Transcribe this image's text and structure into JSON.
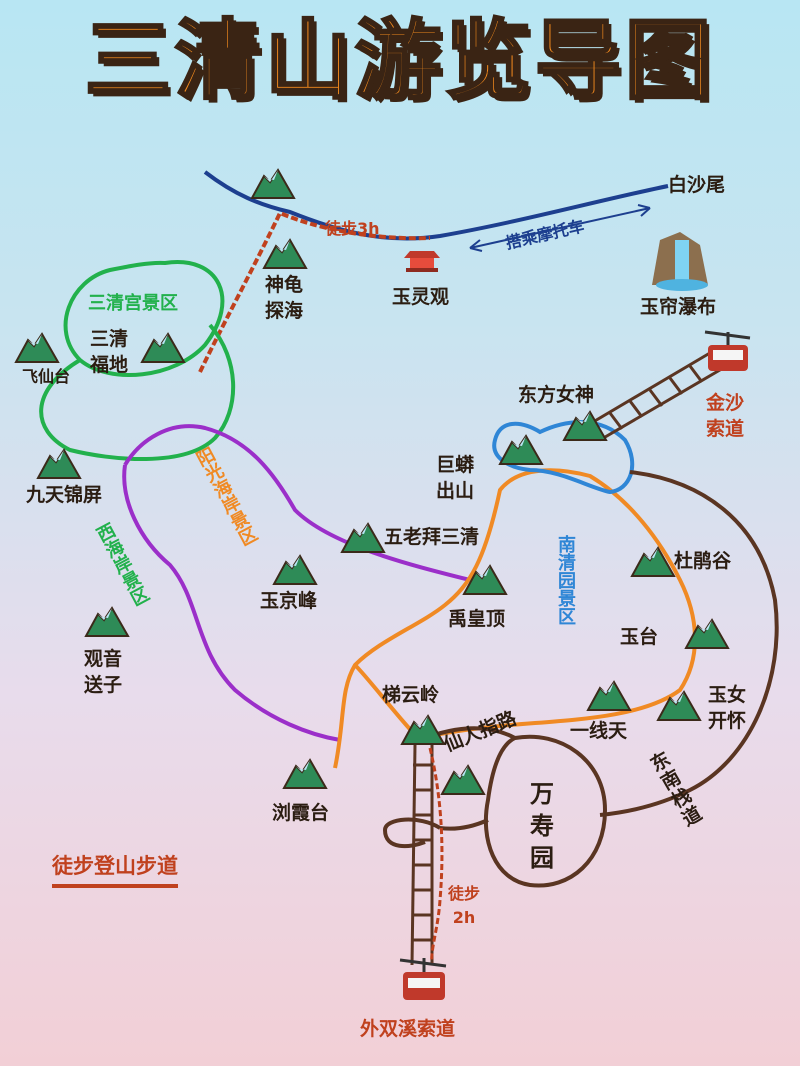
{
  "title": "三清山游览导图",
  "zones": {
    "sanqinggong": "三清宫景区",
    "yangguang": "阳光海岸景区",
    "xihai": "西海岸景区",
    "nanqing": "南清园景区"
  },
  "routes": {
    "walk_3h": "徒步3h",
    "motorbike": "搭乘摩托车",
    "walk_2h": "徒步\n2h"
  },
  "spots": {
    "baishawei": "白沙尾",
    "shengui": "神龟\n探海",
    "yulingguan": "玉灵观",
    "yulian": "玉帘瀑布",
    "sanqingfudi": "三清\n福地",
    "feixiantai": "飞仙台",
    "dongfangnvshen": "东方女神",
    "jinsha": "金沙\n索道",
    "jumang": "巨蟒\n出山",
    "jiutian": "九天锦屏",
    "wulaobai": "五老拜三清",
    "yujingfeng": "玉京峰",
    "dujuangu": "杜鹃谷",
    "yuhuangding": "禹皇顶",
    "guanyin": "观音\n送子",
    "yutai": "玉台",
    "tiyunling": "梯云岭",
    "yixiantian": "一线天",
    "yunvkaihuai": "玉女\n开怀",
    "xianrenzhilu": "仙人指路",
    "dongnanzhandao": "东南栈道",
    "liuxiatai": "浏霞台",
    "wanshouyuan": "万\n寿\n园",
    "waishuangxi": "外双溪索道"
  },
  "legend": "徒步登山步道",
  "colors": {
    "title": "#f28a1e",
    "sanqinggong": "#22b14c",
    "yangguang": "#9b2fc9",
    "nanqing": "#f08a24",
    "nanqing_label": "#2f86d6",
    "east_route": "#5a3522",
    "north_route": "#1d3f8f",
    "path_red": "#c0411e"
  }
}
